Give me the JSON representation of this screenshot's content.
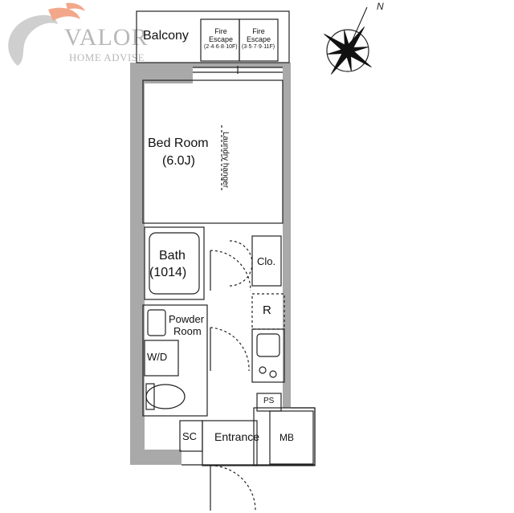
{
  "logo": {
    "word": "VALOR",
    "subtitle": "HOME ADVISE",
    "colors": {
      "orange": "#f3a78a",
      "gray": "#c6c6c6"
    }
  },
  "compass": {
    "north_label": "N"
  },
  "rooms": {
    "balcony": "Balcony",
    "fire_escape_1": {
      "title_1": "Fire",
      "title_2": "Escape",
      "floors": "(2·4·6·8·10F)"
    },
    "fire_escape_2": {
      "title_1": "Fire",
      "title_2": "Escape",
      "floors": "(3·5·7·9·11F)"
    },
    "bedroom": {
      "name": "Bed Room",
      "size": "(6.0J)"
    },
    "laundry": "Laundry hanger",
    "bath": {
      "name": "Bath",
      "size": "(1014)"
    },
    "closet": "Clo.",
    "refrigerator": "R",
    "powder_room": {
      "line_1": "Powder",
      "line_2": "Room"
    },
    "washer_dryer": "W/D",
    "pipe_space": "PS",
    "shoe_closet": "SC",
    "entrance": "Entrance",
    "meter_box": "MB"
  },
  "colors": {
    "wall": "#a9a9a9",
    "line": "#222222"
  }
}
